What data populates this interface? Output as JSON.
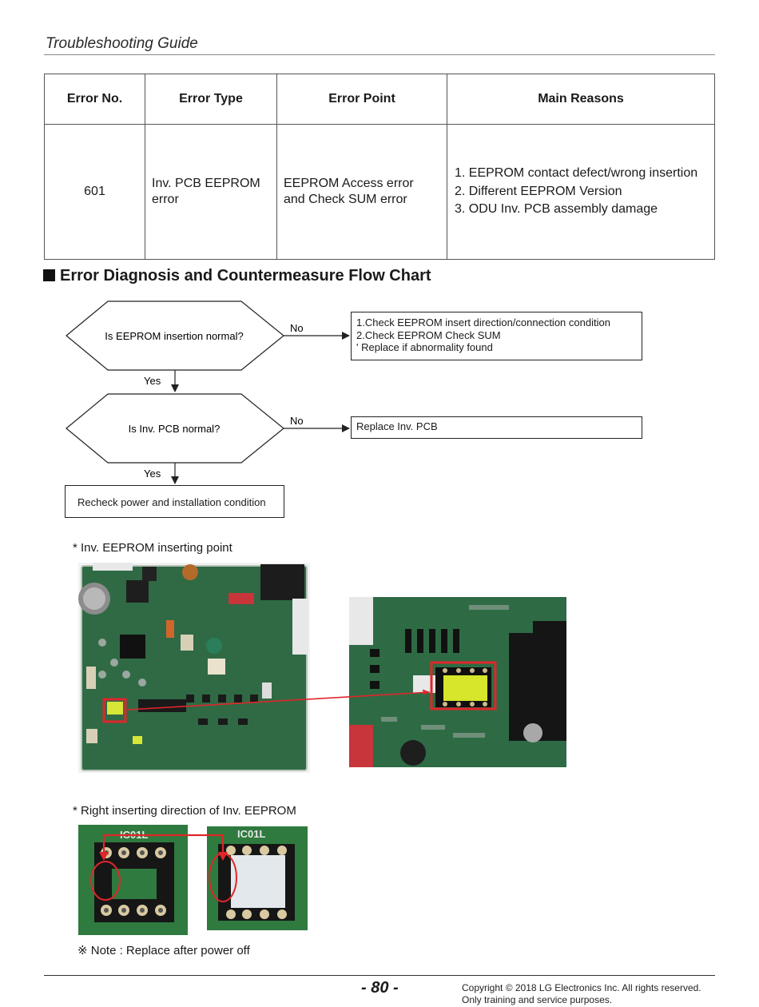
{
  "header": {
    "title": "Troubleshooting Guide"
  },
  "table": {
    "headers": [
      "Error No.",
      "Error Type",
      "Error Point",
      "Main Reasons"
    ],
    "row": {
      "error_no": "601",
      "error_type_l1": "Inv. PCB EEPROM",
      "error_type_l2": "error",
      "error_point_l1": "EEPROM Access error",
      "error_point_l2": "and Check SUM error",
      "reasons": [
        "1. EEPROM contact defect/wrong insertion",
        "2. Different EEPROM Version",
        "3. ODU Inv. PCB assembly damage"
      ]
    }
  },
  "section": {
    "heading": "Error Diagnosis and Countermeasure Flow Chart"
  },
  "flowchart": {
    "decision1": "Is EEPROM insertion normal?",
    "decision2": "Is Inv. PCB normal?",
    "no_label": "No",
    "yes_label": "Yes",
    "action1": [
      "1.Check EEPROM insert direction/connection condition",
      "2.Check EEPROM Check SUM",
      "' Replace if abnormality found"
    ],
    "action2": "Replace Inv. PCB",
    "final": "Recheck power and installation condition"
  },
  "photos": {
    "caption1": "* Inv. EEPROM inserting point",
    "caption2": "* Right inserting direction of Inv. EEPROM",
    "socket_label": "IC01L",
    "note": "※ Note : Replace after power off"
  },
  "footer": {
    "page_number": "- 80 -",
    "copyright_l1": "Copyright © 2018 LG Electronics Inc. All rights reserved.",
    "copyright_l2": "Only training and service purposes."
  },
  "colors": {
    "pcb_green": "#2f6a45",
    "highlight_red": "#e0262a",
    "eeprom_yellow": "#d7e62a"
  }
}
